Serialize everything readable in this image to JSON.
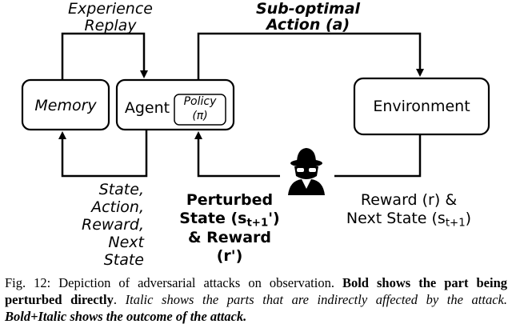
{
  "labels": {
    "experience_replay_1": "Experience",
    "experience_replay_2": "Replay",
    "sub_optimal_1": "Sub-optimal",
    "sub_optimal_2": "Action (a)",
    "memory": "Memory",
    "agent": "Agent",
    "policy_1": "Policy",
    "policy_2": "(π)",
    "environment": "Environment",
    "left_feedback": [
      "State,",
      "Action,",
      "Reward,",
      "Next",
      "State"
    ],
    "perturbed_1": "Perturbed",
    "perturbed_2_pre": "State (s",
    "perturbed_2_sub": "t+1",
    "perturbed_2_post": "')",
    "perturbed_3": "& Reward",
    "perturbed_4": "(r')",
    "reward_1": "Reward (r) &",
    "reward_2_pre": "Next State (s",
    "reward_2_sub": "t+1",
    "reward_2_post": ")"
  },
  "caption": {
    "prefix": "Fig. 12: Depiction of adversarial attacks on observation. ",
    "bold": "Bold shows the part being perturbed directly",
    "mid": ". ",
    "italic": "Italic shows the parts that are indirectly affected by the attack.",
    "space": " ",
    "bold_italic": "Bold+Italic shows the outcome of the attack."
  },
  "icons": {
    "attacker": "hacker-icon"
  },
  "colors": {
    "stroke": "#000000",
    "box_fill": "#ffffff"
  }
}
